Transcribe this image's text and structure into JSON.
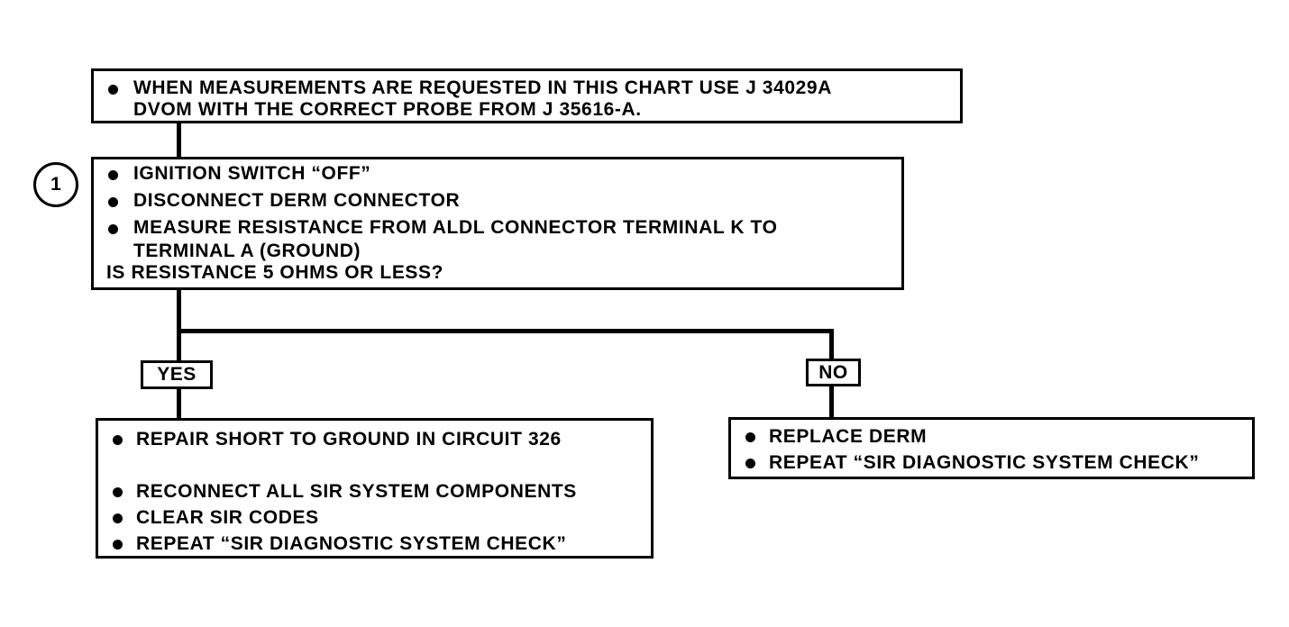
{
  "note_box": {
    "line1": "WHEN MEASUREMENTS ARE REQUESTED IN THIS CHART USE J 34029A",
    "line2": "DVOM WITH THE CORRECT PROBE FROM J 35616-A."
  },
  "step1": {
    "number": "1",
    "items": [
      "IGNITION SWITCH  “OFF”",
      "DISCONNECT DERM CONNECTOR",
      "MEASURE RESISTANCE FROM ALDL CONNECTOR TERMINAL K TO"
    ],
    "continuation": "TERMINAL A (GROUND)",
    "question": "IS RESISTANCE 5 OHMS OR LESS?"
  },
  "branches": {
    "yes_label": "YES",
    "no_label": "NO"
  },
  "yes_box": {
    "items": [
      "REPAIR SHORT TO GROUND IN CIRCUIT 326",
      "RECONNECT ALL SIR SYSTEM COMPONENTS",
      "CLEAR SIR CODES",
      "REPEAT “SIR DIAGNOSTIC SYSTEM CHECK”"
    ]
  },
  "no_box": {
    "items": [
      "REPLACE DERM",
      "REPEAT “SIR DIAGNOSTIC SYSTEM CHECK”"
    ]
  }
}
